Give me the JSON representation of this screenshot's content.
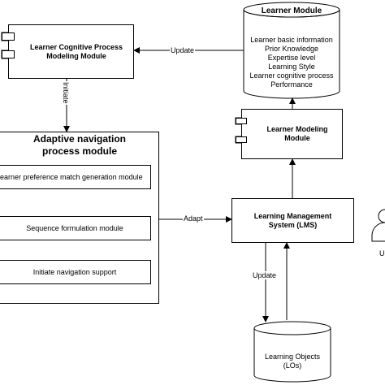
{
  "learner_module": {
    "title": "Learner Module",
    "lines": [
      "Learner basic information",
      "Prior Knowledge",
      "Expertise level",
      "Learning Style",
      "Learner cognitive process",
      "Performance"
    ]
  },
  "cognitive_module": {
    "title": "Learner Cognitive Process Modeling Module"
  },
  "learner_modeling": {
    "title": "Learner Modeling Module"
  },
  "adaptive_nav": {
    "title": "Adaptive navigation process module",
    "modules": [
      "earner preference match generation module",
      "Sequence formulation module",
      "Initiate navigation support"
    ]
  },
  "lms": {
    "title": "Learning Management System (LMS)"
  },
  "learning_objects": {
    "title": "Learning Objects (LOs)"
  },
  "edges": {
    "update_top": "Update",
    "initiate": "Initiate",
    "adapt": "Adapt",
    "update_bottom": "Update"
  },
  "user": {
    "label": "U"
  }
}
